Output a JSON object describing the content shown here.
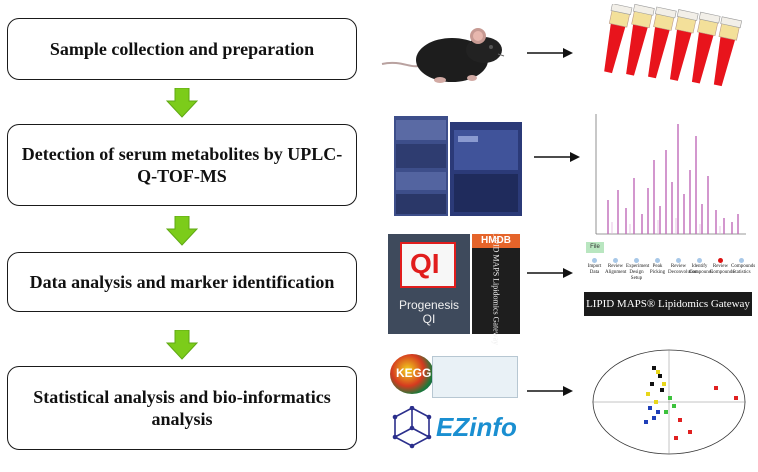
{
  "steps": [
    {
      "label": "Sample collection and preparation"
    },
    {
      "label": "Detection of serum metabolites by UPLC-Q-TOF-MS"
    },
    {
      "label": "Data analysis and marker identification"
    },
    {
      "label": "Statistical analysis and bio-informatics analysis"
    }
  ],
  "software": {
    "progenesis_line1": "Progenesis",
    "progenesis_line2": "QI",
    "qi_logo": "QI",
    "hmdb": "HMDB",
    "lipid_maps_side": "LIPID MAPS Lipidomics Gateway",
    "lipid_maps_banner": "LIPID MAPS® Lipidomics Gateway",
    "workflow_tab": "File",
    "workflow_steps": [
      "Import Data",
      "Review Alignment",
      "Experiment Design Setup",
      "Peak Picking",
      "Review Deconvolution",
      "Identify Compounds",
      "Review Compounds",
      "Compounds Statistics"
    ],
    "ezinfo": "EZinfo",
    "kegg": "KEGG"
  },
  "colors": {
    "arrow_green": "#7ccc1a",
    "tube_red": "#e8141c",
    "tube_yellow": "#f3e09a",
    "ms_peak": "#c06ab8",
    "hmdb_orange": "#e5642a"
  }
}
